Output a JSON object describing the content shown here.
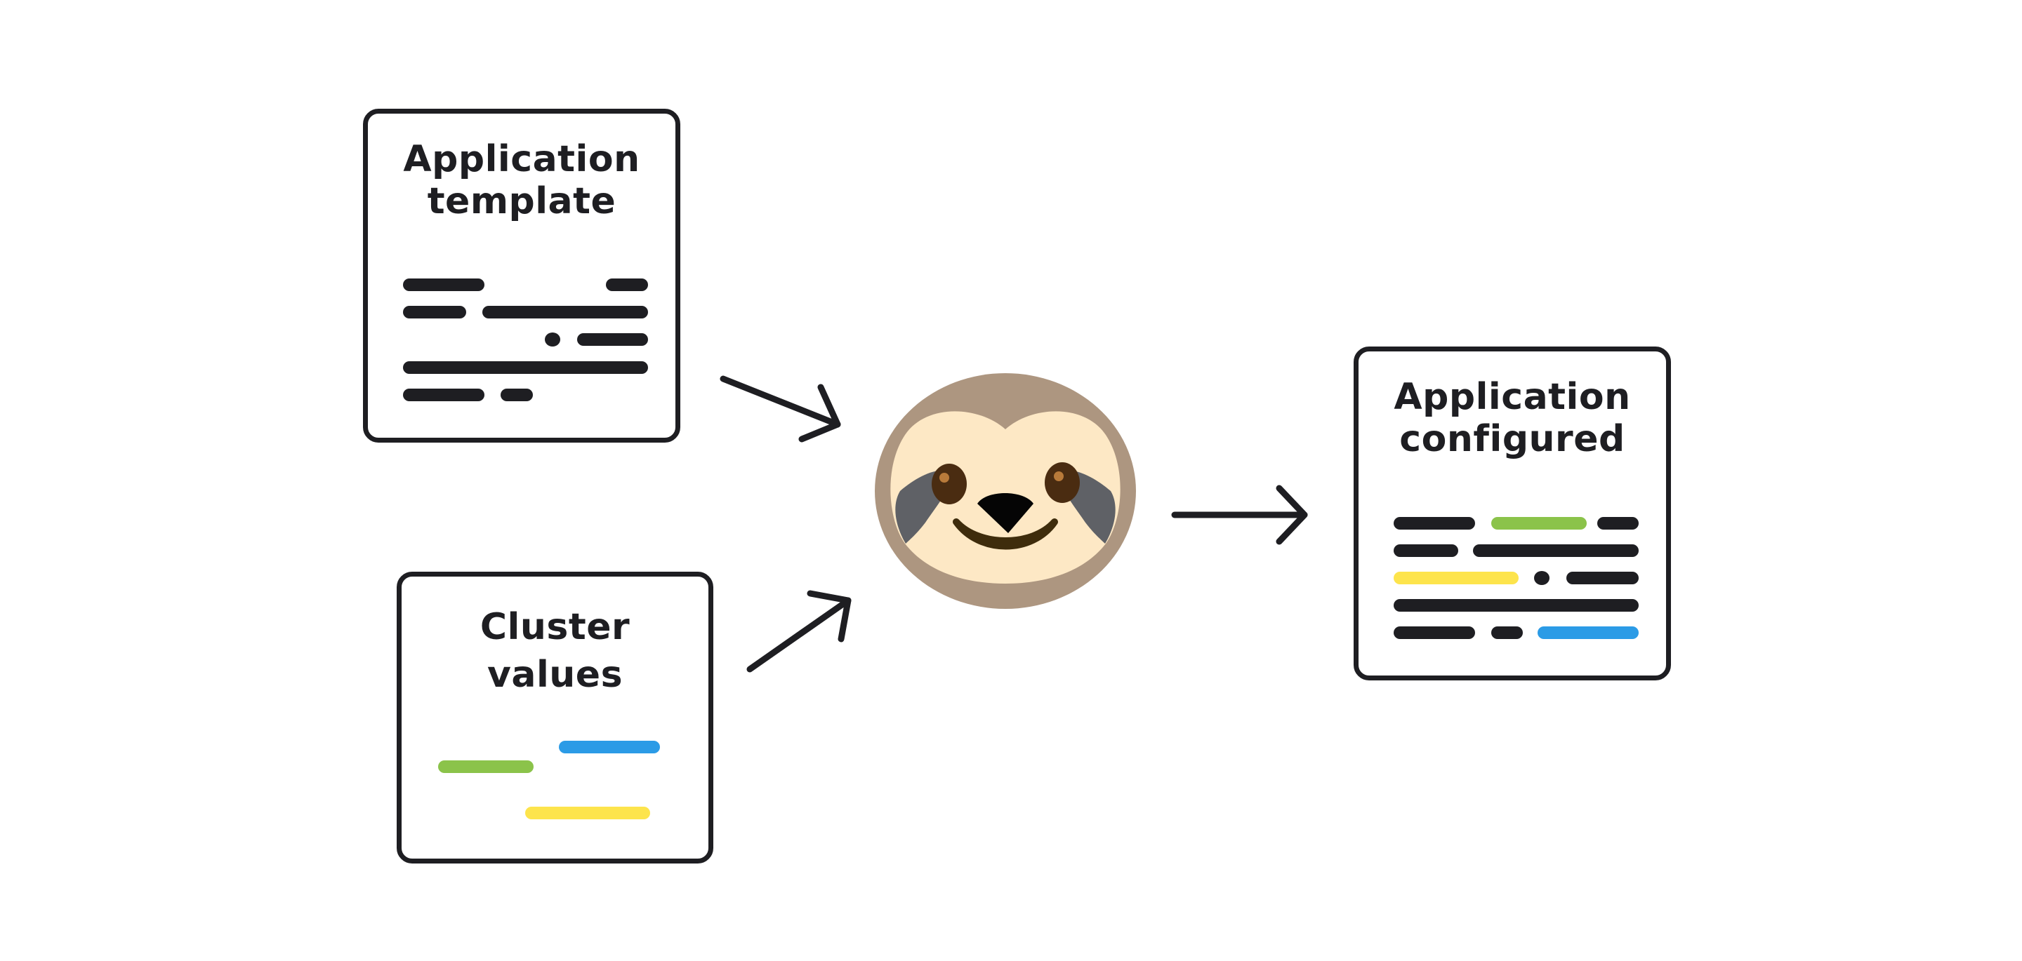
{
  "cards": {
    "template": {
      "line1": "Application",
      "line2": "template"
    },
    "cluster": {
      "line1": "Cluster",
      "line2": "values"
    },
    "configured": {
      "line1": "Application",
      "line2": "configured"
    }
  },
  "colors": {
    "ink": "#1e1e22",
    "green": "#8bc34a",
    "blue": "#2b9be6",
    "yellow": "#fde44c",
    "sloth_fur": "#ad9680",
    "sloth_face": "#fde8c5",
    "sloth_mask": "#5f6166",
    "sloth_eye": "#4a2c11"
  },
  "icons": {
    "center": "sloth-face-icon"
  }
}
